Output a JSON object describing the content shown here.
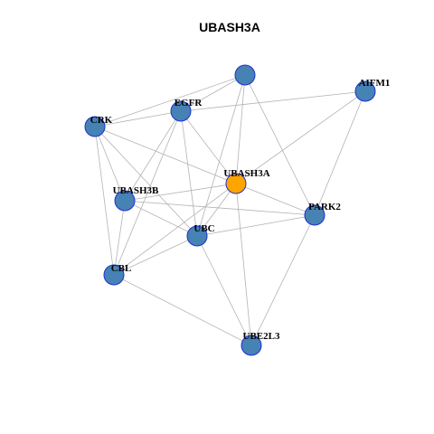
{
  "title": "UBASH3A",
  "colors": {
    "center": "#ffa500",
    "node": "#4682b4",
    "node_border": "#1f2fd0",
    "edge": "#b3b3b3"
  },
  "nodes": [
    {
      "id": "n_top",
      "label": ""
    },
    {
      "id": "AIFM1",
      "label": "AIFM1"
    },
    {
      "id": "EGFR",
      "label": "EGFR"
    },
    {
      "id": "CRK",
      "label": "CRK"
    },
    {
      "id": "UBASH3A",
      "label": "UBASH3A",
      "center": true
    },
    {
      "id": "UBASH3B",
      "label": "UBASH3B"
    },
    {
      "id": "PARK2",
      "label": "PARK2"
    },
    {
      "id": "UBC",
      "label": "UBC"
    },
    {
      "id": "CBL",
      "label": "CBL"
    },
    {
      "id": "UBE2L3",
      "label": "UBE2L3"
    }
  ],
  "edges": [
    [
      "n_top",
      "EGFR"
    ],
    [
      "n_top",
      "CRK"
    ],
    [
      "n_top",
      "UBASH3A"
    ],
    [
      "n_top",
      "UBC"
    ],
    [
      "n_top",
      "PARK2"
    ],
    [
      "EGFR",
      "CRK"
    ],
    [
      "EGFR",
      "AIFM1"
    ],
    [
      "EGFR",
      "UBASH3A"
    ],
    [
      "EGFR",
      "UBASH3B"
    ],
    [
      "EGFR",
      "UBC"
    ],
    [
      "EGFR",
      "CBL"
    ],
    [
      "CRK",
      "UBASH3A"
    ],
    [
      "CRK",
      "UBC"
    ],
    [
      "CRK",
      "UBASH3B"
    ],
    [
      "CRK",
      "CBL"
    ],
    [
      "AIFM1",
      "UBASH3A"
    ],
    [
      "AIFM1",
      "PARK2"
    ],
    [
      "UBASH3A",
      "UBASH3B"
    ],
    [
      "UBASH3A",
      "PARK2"
    ],
    [
      "UBASH3A",
      "UBC"
    ],
    [
      "UBASH3A",
      "CBL"
    ],
    [
      "UBASH3A",
      "UBE2L3"
    ],
    [
      "UBASH3B",
      "PARK2"
    ],
    [
      "UBASH3B",
      "UBC"
    ],
    [
      "UBASH3B",
      "CBL"
    ],
    [
      "PARK2",
      "UBC"
    ],
    [
      "PARK2",
      "UBE2L3"
    ],
    [
      "UBC",
      "CBL"
    ],
    [
      "UBC",
      "UBE2L3"
    ],
    [
      "CBL",
      "UBE2L3"
    ]
  ]
}
